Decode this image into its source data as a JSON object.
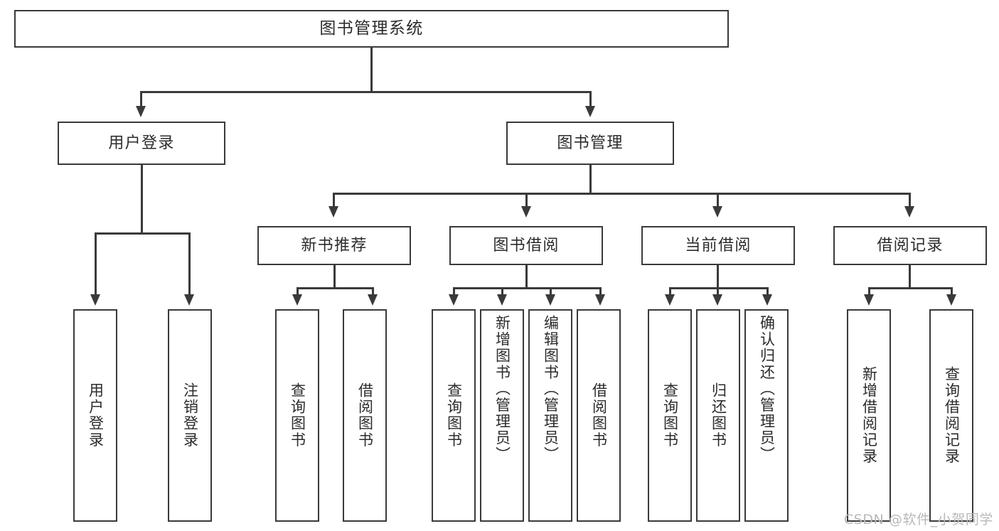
{
  "diagram": {
    "title": "图书管理系统",
    "type": "tree",
    "root": {
      "id": "root",
      "label": "图书管理系统"
    },
    "level2": [
      {
        "id": "user-login",
        "label": "用户登录"
      },
      {
        "id": "book-management",
        "label": "图书管理"
      }
    ],
    "level3": [
      {
        "id": "new-book-recommend",
        "label": "新书推荐",
        "parent": "book-management"
      },
      {
        "id": "book-borrow",
        "label": "图书借阅",
        "parent": "book-management"
      },
      {
        "id": "current-borrow",
        "label": "当前借阅",
        "parent": "book-management"
      },
      {
        "id": "borrow-record",
        "label": "借阅记录",
        "parent": "book-management"
      }
    ],
    "leaves": [
      {
        "id": "leaf-user-login",
        "label": "用户登录",
        "parent": "user-login"
      },
      {
        "id": "leaf-logout-login",
        "label": "注销登录",
        "parent": "user-login"
      },
      {
        "id": "leaf-query-book-1",
        "label": "查询图书",
        "parent": "new-book-recommend"
      },
      {
        "id": "leaf-borrow-book-1",
        "label": "借阅图书",
        "parent": "new-book-recommend"
      },
      {
        "id": "leaf-query-book-2",
        "label": "查询图书",
        "parent": "book-borrow"
      },
      {
        "id": "leaf-add-book",
        "label": "新增图书（管理员）",
        "parent": "book-borrow"
      },
      {
        "id": "leaf-edit-book",
        "label": "编辑图书（管理员）",
        "parent": "book-borrow"
      },
      {
        "id": "leaf-borrow-book-2",
        "label": "借阅图书",
        "parent": "book-borrow"
      },
      {
        "id": "leaf-query-book-3",
        "label": "查询图书",
        "parent": "current-borrow"
      },
      {
        "id": "leaf-return-book",
        "label": "归还图书",
        "parent": "current-borrow"
      },
      {
        "id": "leaf-confirm-return",
        "label": "确认归还（管理员）",
        "parent": "current-borrow"
      },
      {
        "id": "leaf-add-record",
        "label": "新增借阅记录",
        "parent": "borrow-record"
      },
      {
        "id": "leaf-query-record",
        "label": "查询借阅记录",
        "parent": "borrow-record"
      }
    ]
  },
  "watermark": {
    "text": "CSDN @软件_小贺同学"
  },
  "colors": {
    "stroke": "#3a3a3a",
    "text": "#2b2b2b",
    "background": "#ffffff",
    "watermark": "#b9b9b9"
  }
}
